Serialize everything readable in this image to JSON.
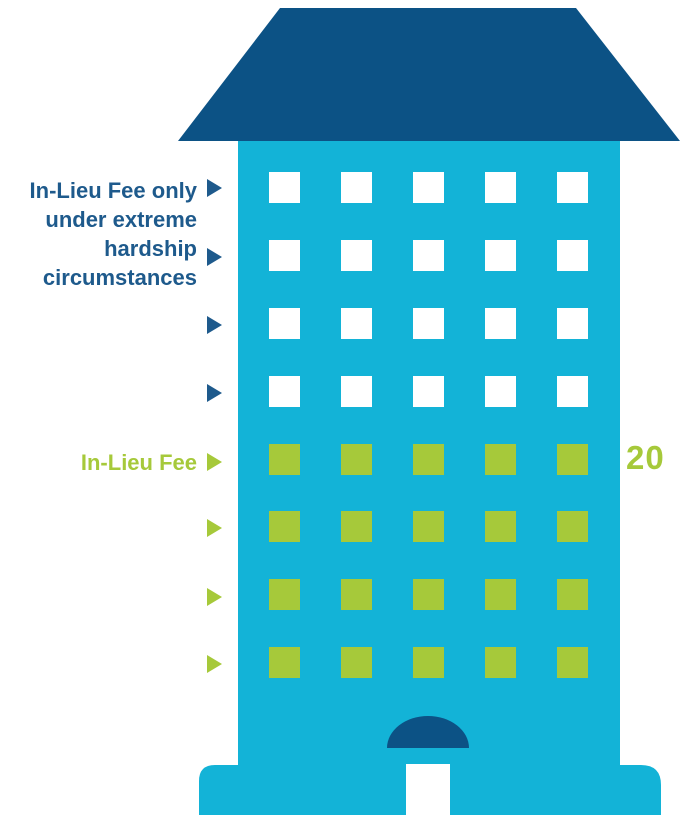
{
  "colors": {
    "roof": "#0c5285",
    "building": "#13b3d7",
    "window_white": "#ffffff",
    "window_green": "#a6c93a",
    "door_arch": "#0c5285",
    "label_blue": "#1e5a8c",
    "label_green": "#a6c93a"
  },
  "labels": {
    "upper_floors": "In-Lieu Fee only under extreme hardship circumstances",
    "lower_floors": "In-Lieu Fee",
    "unit_count": "20"
  },
  "building": {
    "floors_total": 8,
    "units_per_floor": 5,
    "upper_white_floors": 4,
    "lower_green_floors": 4
  },
  "icons": {
    "floor_marker": "triangle-arrow-right-icon"
  }
}
